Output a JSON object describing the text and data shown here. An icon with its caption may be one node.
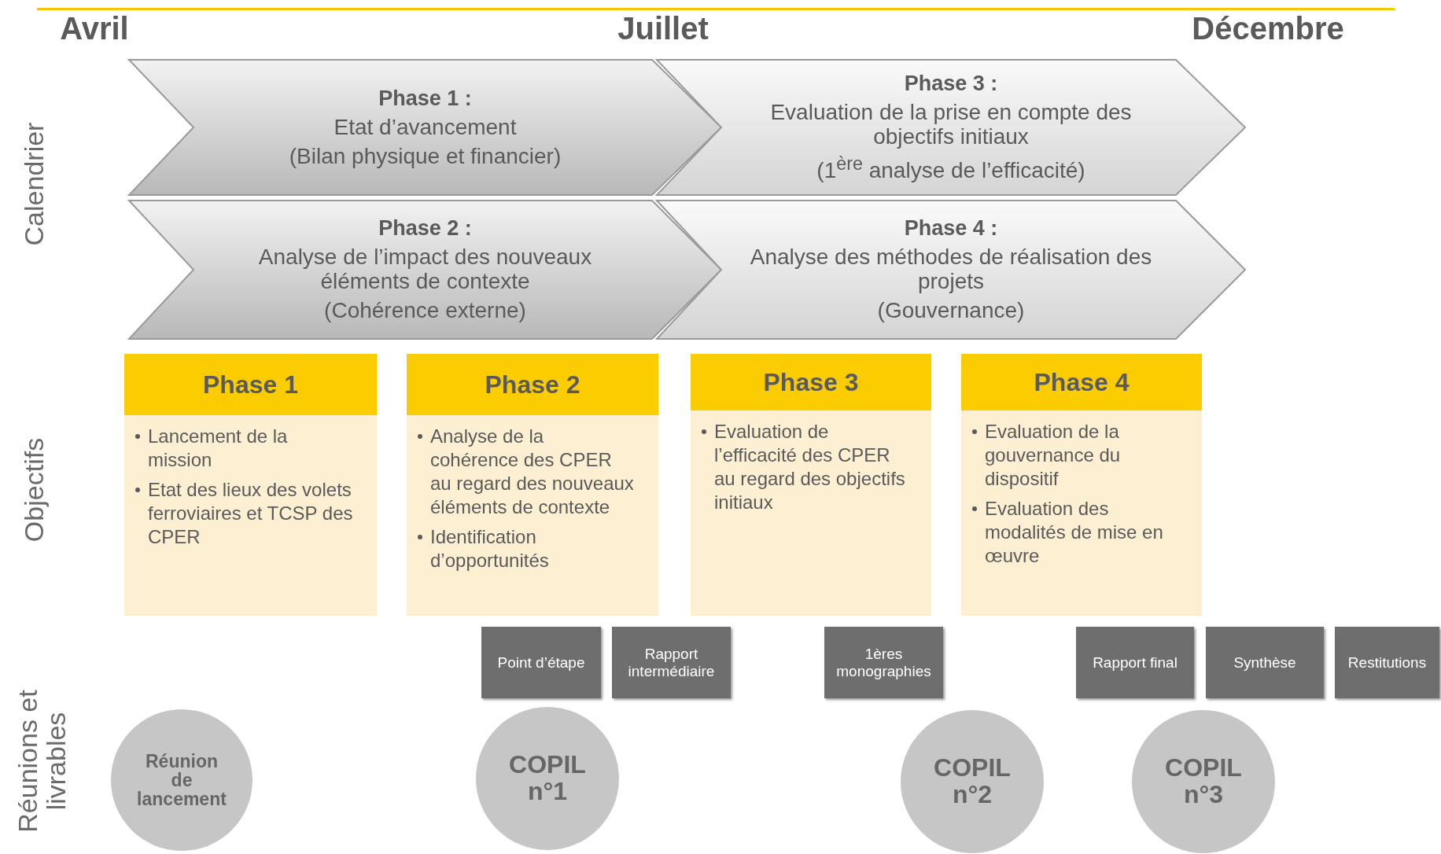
{
  "diagram": {
    "nodes": [
      {
        "text": [
          "Phase 1 :",
          "Etat d’avancement",
          "(Bilan physique et financier)"
        ]
      },
      {
        "text": [
          "Phase 3 :",
          "Evaluation de la prise en compte des objectifs initiaux",
          "(1$^{ère}$ analyse de l’efficacité)"
        ]
      },
      {
        "text": [
          "Phase 2 :",
          "Analyse de l’impact des nouveaux éléments de contexte",
          "(Cohérence externe)"
        ]
      },
      {
        "text": [
          "Phase 4 :",
          "Analyse des méthodes de réalisation des projets",
          "(Gouvernance)"
        ]
      },
      {
        "text": [
          "Phase 1",
          "Lancement de la mission",
          "Etat des lieux des volets ferroviaires et TCSP des CPER"
        ]
      },
      {
        "text": [
          "Phase 2",
          "Analyse de la cohérence des CPER au regard des nouveaux éléments de contexte",
          "Identification d’opportunités"
        ]
      },
      {
        "text": [
          "Phase 3",
          "Evaluation de l’efficacité des CPER au regard des objectifs initiaux"
        ]
      },
      {
        "text": [
          "Phase 4",
          "Evaluation de la gouvernance du dispositif",
          "Evaluation des modalités de mise en œuvre"
        ]
      },
      {
        "text": [
          "Point d’étape"
        ]
      },
      {
        "text": [
          "Rapport intermédiaire"
        ]
      },
      {
        "text": [
          "1ères monographies"
        ]
      },
      {
        "text": [
          "Rapport final"
        ]
      },
      {
        "text": [
          "Synthèse"
        ]
      },
      {
        "text": [
          "Restitutions"
        ]
      },
      {
        "text": [
          "Réunion de lancement"
        ]
      },
      {
        "text": [
          "COPIL n°1"
        ]
      },
      {
        "text": [
          "COPIL n°2"
        ]
      },
      {
        "text": [
          "COPIL n°3"
        ]
      }
    ],
    "edges": [],
    "labels": [
      "Avril",
      "Juillet",
      "Décembre",
      "Calendrier",
      "Objectifs",
      "Réunions et livrables"
    ]
  }
}
